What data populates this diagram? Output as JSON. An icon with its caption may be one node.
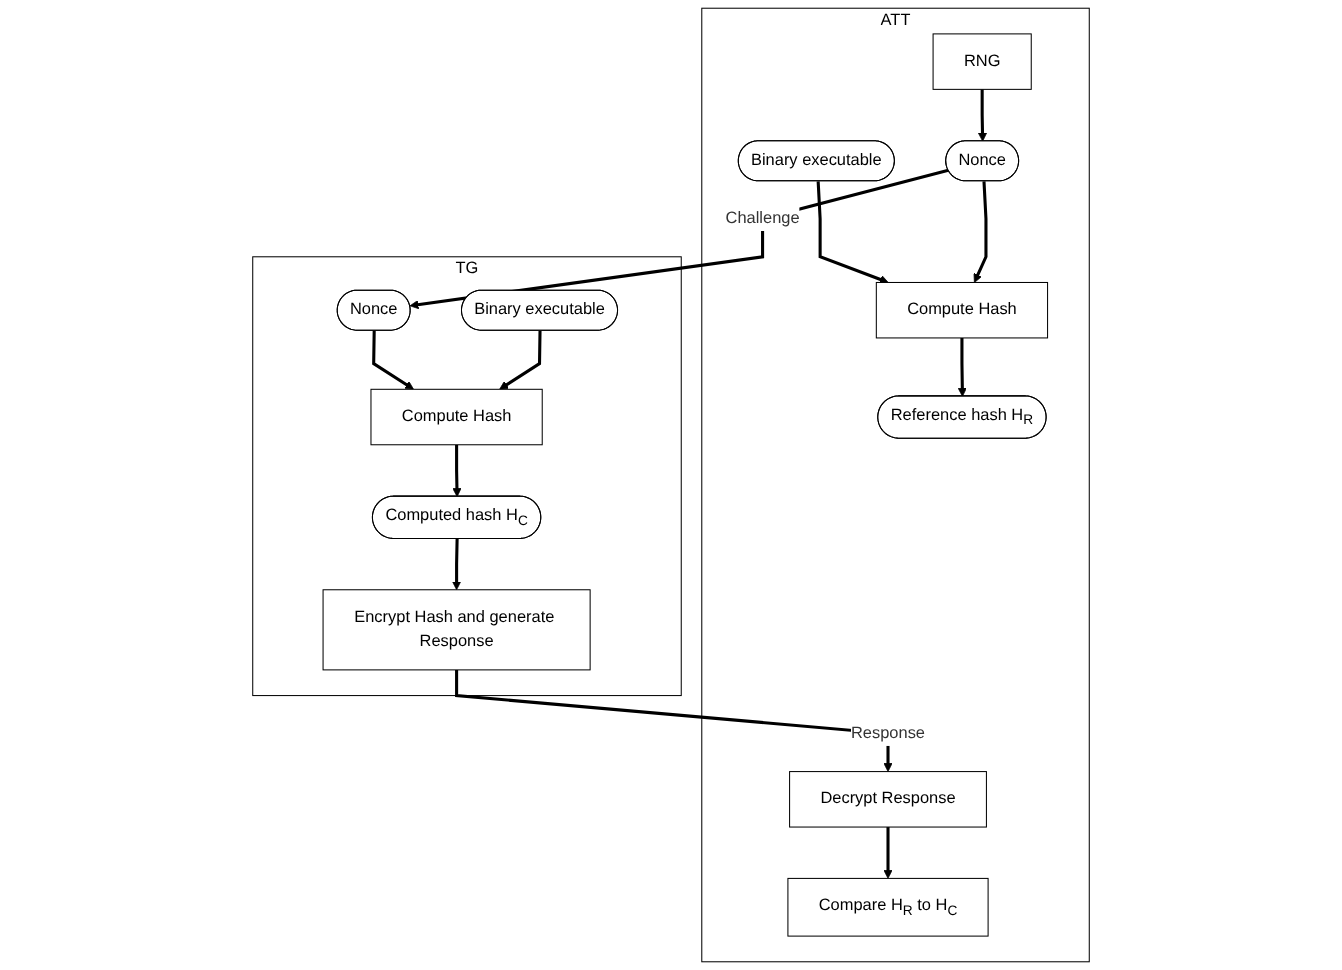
{
  "diagram": {
    "nodes": [
      {
        "text": [
          "ATT"
        ]
      },
      {
        "text": [
          "RNG"
        ],
        "in": 0
      },
      {
        "text": [
          "Binary executable"
        ],
        "in": 0
      },
      {
        "text": [
          "Nonce"
        ],
        "in": 0
      },
      {
        "text": [
          "Compute Hash"
        ],
        "in": 0
      },
      {
        "text": [
          "Reference hash H$_{R}$"
        ],
        "in": 0
      },
      {
        "text": [
          "Decrypt Response"
        ],
        "in": 0
      },
      {
        "text": [
          "Compare H$_{R}$ to H$_{C}$"
        ],
        "in": 0
      },
      {
        "text": [
          "TG"
        ]
      },
      {
        "text": [
          "Nonce"
        ],
        "in": 8
      },
      {
        "text": [
          "Binary executable"
        ],
        "in": 8
      },
      {
        "text": [
          "Compute Hash"
        ],
        "in": 8
      },
      {
        "text": [
          "Computed hash H$_{C}$"
        ],
        "in": 8
      },
      {
        "text": [
          "Encrypt Hash and generate Response"
        ],
        "in": 8
      }
    ],
    "edges": [
      {
        "from": 1,
        "to": 3,
        "arrow": "to"
      },
      {
        "from": 2,
        "to": 4,
        "arrow": "to"
      },
      {
        "from": 3,
        "to": 4,
        "arrow": "to"
      },
      {
        "from": 4,
        "to": 5,
        "arrow": "to"
      },
      {
        "from": 6,
        "to": 7,
        "arrow": "to"
      },
      {
        "from": 3,
        "to": 9,
        "label": "Challenge",
        "arrow": "to"
      },
      {
        "from": 9,
        "to": 11,
        "arrow": "to"
      },
      {
        "from": 10,
        "to": 11,
        "arrow": "to"
      },
      {
        "from": 11,
        "to": 12,
        "arrow": "to"
      },
      {
        "from": 12,
        "to": 13,
        "arrow": "to"
      },
      {
        "from": 13,
        "to": 6,
        "label": "Response",
        "arrow": "to"
      }
    ]
  }
}
